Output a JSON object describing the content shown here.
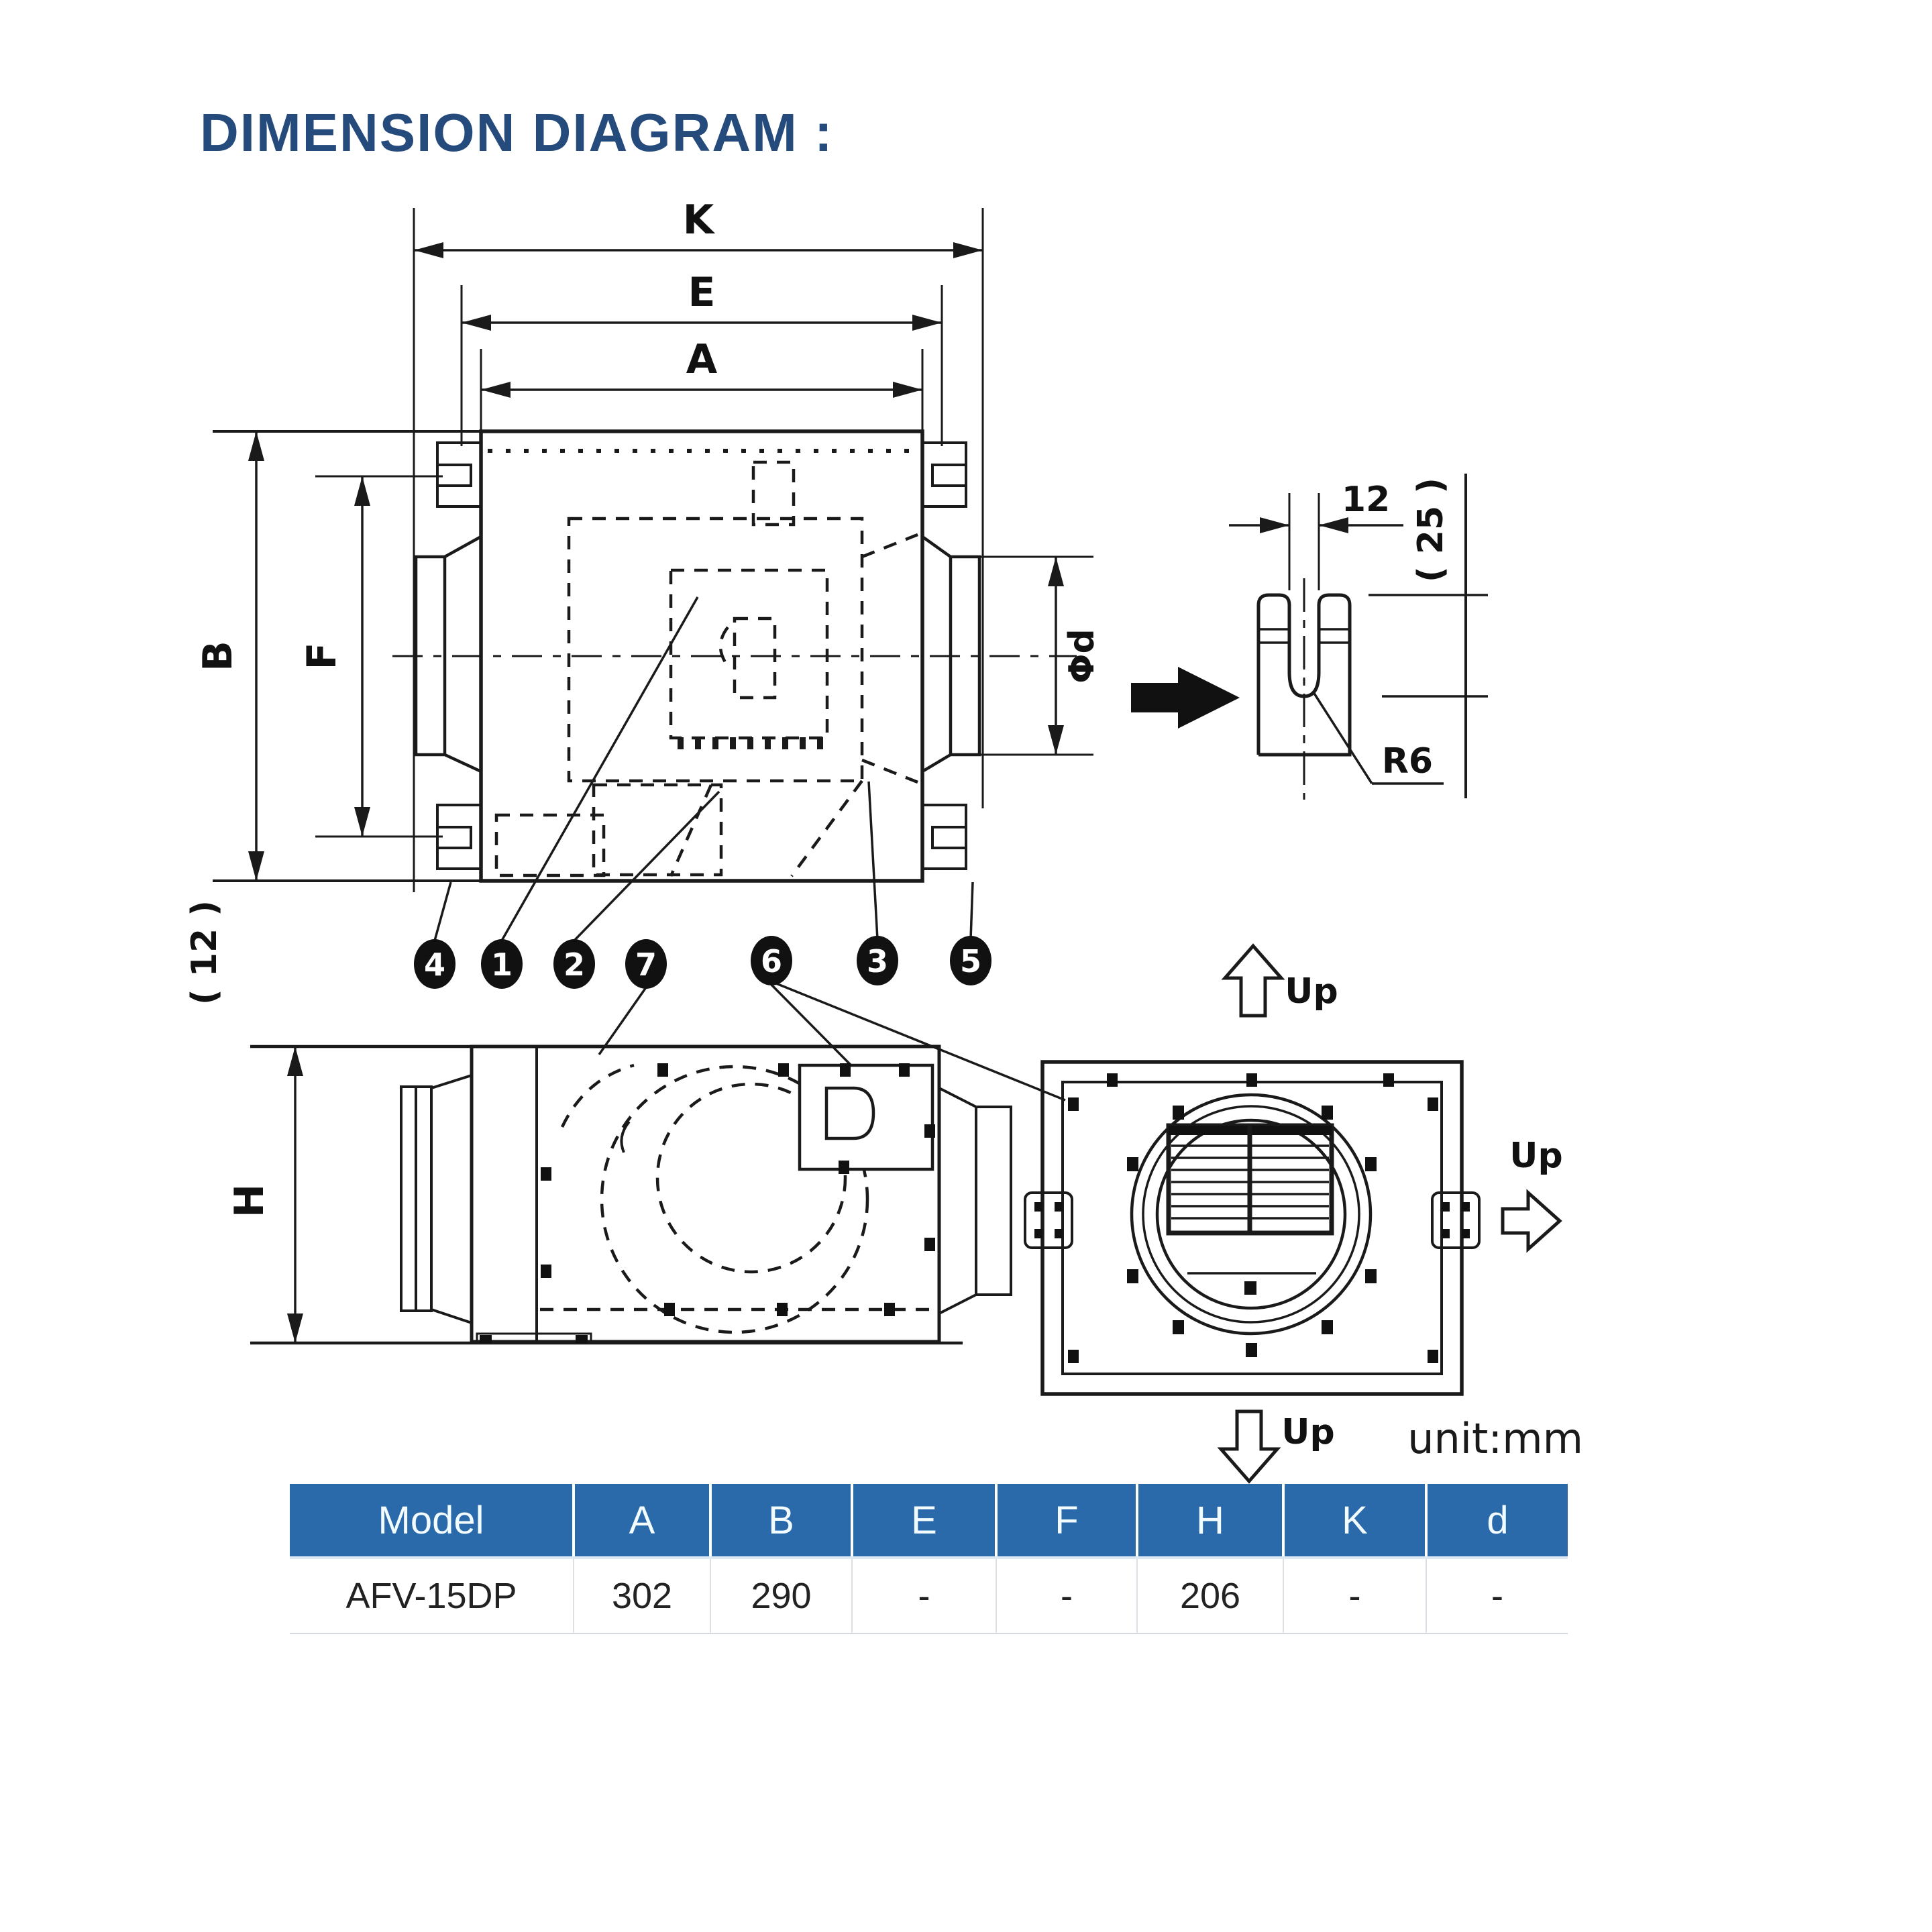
{
  "page": {
    "title": "DIMENSION DIAGRAM :",
    "unit_label": "unit:mm"
  },
  "diagram": {
    "dims": {
      "K": "K",
      "E": "E",
      "A": "A",
      "B": "B",
      "F": "F",
      "phid": "Φd",
      "H": "H"
    },
    "detail": {
      "width": "12",
      "depth": "( 25 )",
      "radius": "R6"
    },
    "offset_note": "( 12 )",
    "up": "Up",
    "callouts": [
      "4",
      "1",
      "2",
      "7",
      "6",
      "3",
      "5"
    ]
  },
  "table": {
    "columns": [
      "Model",
      "A",
      "B",
      "E",
      "F",
      "H",
      "K",
      "d"
    ],
    "rows": [
      [
        "AFV-15DP",
        "302",
        "290",
        "-",
        "-",
        "206",
        "-",
        "-"
      ]
    ]
  },
  "colors": {
    "header_bg": "#2a6aab",
    "title": "#254a7c",
    "ink": "#1a1a1a"
  }
}
